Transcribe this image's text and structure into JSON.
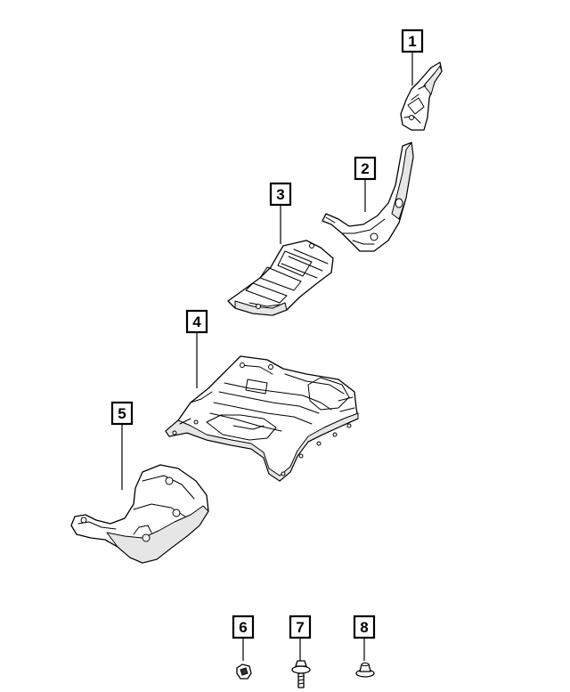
{
  "callouts": [
    {
      "id": "c1",
      "label": "1"
    },
    {
      "id": "c2",
      "label": "2"
    },
    {
      "id": "c3",
      "label": "3"
    },
    {
      "id": "c4",
      "label": "4"
    },
    {
      "id": "c5",
      "label": "5"
    },
    {
      "id": "c6",
      "label": "6"
    },
    {
      "id": "c7",
      "label": "7"
    },
    {
      "id": "c8",
      "label": "8"
    }
  ],
  "colors": {
    "line": "#000000",
    "background": "#ffffff",
    "shade": "#e6e6e6"
  }
}
